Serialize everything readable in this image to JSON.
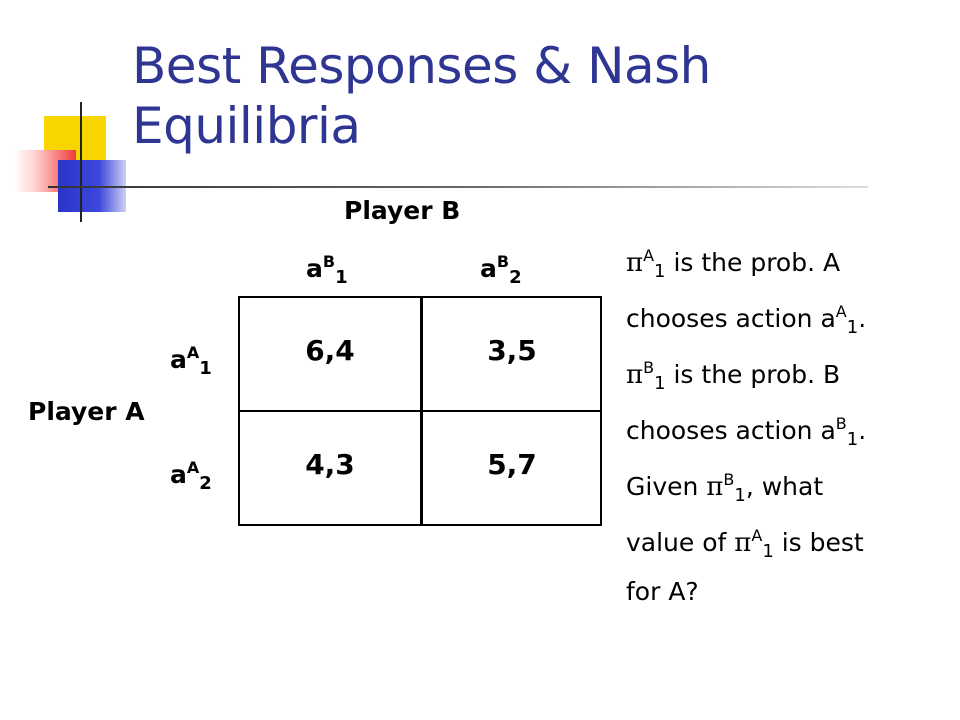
{
  "slide": {
    "title_line1": "Best Responses & Nash",
    "title_line2": "Equilibria"
  },
  "game": {
    "player_b": "Player B",
    "player_a": "Player A",
    "action_letter": "a",
    "col1": {
      "sup": "B",
      "sub": "1"
    },
    "col2": {
      "sup": "B",
      "sub": "2"
    },
    "row1": {
      "sup": "A",
      "sub": "1"
    },
    "row2": {
      "sup": "A",
      "sub": "2"
    },
    "payoffs": [
      [
        "6,4",
        "3,5"
      ],
      [
        "4,3",
        "5,7"
      ]
    ]
  },
  "note": {
    "pi": "π",
    "l1": {
      "sup": "A",
      "sub": "1",
      "text": " is the prob. A"
    },
    "l2": {
      "text": "chooses action a",
      "sup": "A",
      "sub": "1",
      "end": "."
    },
    "l3": {
      "sup": "B",
      "sub": "1",
      "text": " is the prob. B"
    },
    "l4": {
      "text": "chooses action a",
      "sup": "B",
      "sub": "1",
      "end": "."
    },
    "l5": {
      "text_a": "Given ",
      "sup": "B",
      "sub": "1",
      "text_b": ", what"
    },
    "l6": {
      "text_a": "value of ",
      "sup": "A",
      "sub": "1",
      "text_b": " is best"
    },
    "l7": {
      "text": "for A?"
    }
  },
  "colors": {
    "title": "#2e3592",
    "text": "#000000",
    "yellow": "#f8d400",
    "red": "#f03a3a",
    "blue": "#2a35c8"
  }
}
